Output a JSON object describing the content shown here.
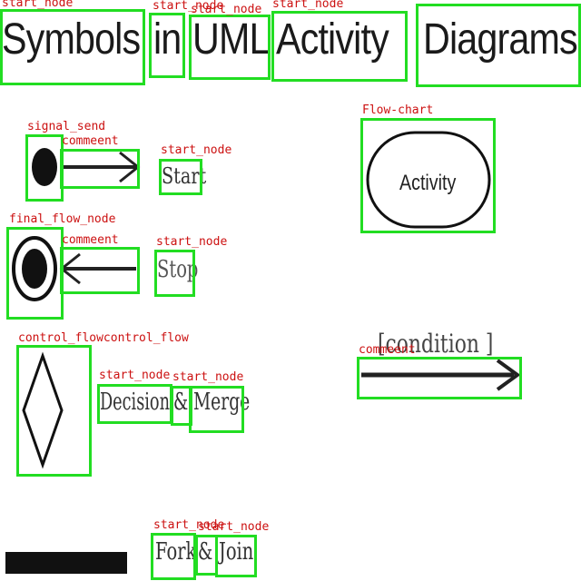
{
  "title_words": [
    "Symbols",
    "in",
    "UML",
    "Activity",
    "Diagrams"
  ],
  "diagram_labels": {
    "start": "Start",
    "stop": "Stop",
    "decision": "Decision",
    "amp1": "&",
    "merge": "Merge",
    "fork": "Fork",
    "amp2": "&",
    "join": "Join",
    "activity": "Activity",
    "condition": "[condition ]"
  },
  "annotation_tags": {
    "t_title_symbols": "start_node",
    "t_title_in": "start_node",
    "t_title_uml": "start_node",
    "t_title_activity": "start_node",
    "t_signal_send": "signal_send",
    "t_comment_1": "commeent",
    "t_start_label": "start_node",
    "t_flow_chart": "Flow-chart",
    "t_final_flow": "final_flow_node",
    "t_comment_2": "commeent",
    "t_stop_label": "start_node",
    "t_control_flow": "control_flowcontrol_flow",
    "t_decision_label": "start_node",
    "t_amp_merge": "start_node",
    "t_comment_3": "commeent",
    "t_fork_label": "start_node",
    "t_amp_join": "start_node"
  },
  "colors": {
    "box": "#22dd22",
    "tag": "#cc1111",
    "ink": "#111111"
  }
}
